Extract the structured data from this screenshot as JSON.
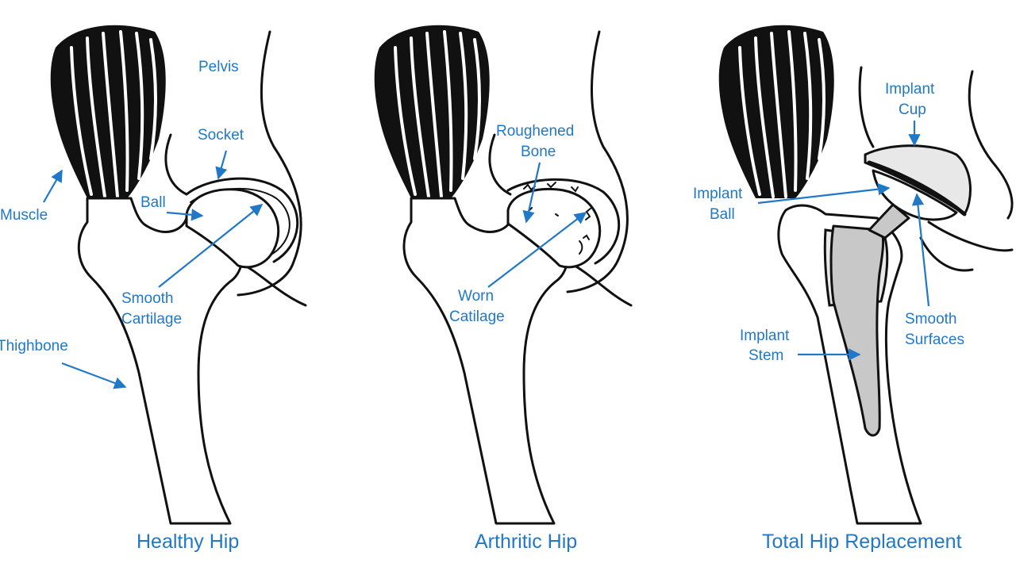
{
  "panels": {
    "healthy": {
      "caption": "Healthy Hip",
      "labels": {
        "pelvis": "Pelvis",
        "socket": "Socket",
        "ball": "Ball",
        "muscle": "Muscle",
        "smooth_cartilage_1": "Smooth",
        "smooth_cartilage_2": "Cartilage",
        "thighbone": "Thighbone"
      }
    },
    "arthritic": {
      "caption": "Arthritic Hip",
      "labels": {
        "roughened_bone_1": "Roughened",
        "roughened_bone_2": "Bone",
        "worn_catilage_1": "Worn",
        "worn_catilage_2": "Catilage"
      }
    },
    "replacement": {
      "caption": "Total Hip Replacement",
      "labels": {
        "implant_cup_1": "Implant",
        "implant_cup_2": "Cup",
        "implant_ball_1": "Implant",
        "implant_ball_2": "Ball",
        "smooth_surfaces_1": "Smooth",
        "smooth_surfaces_2": "Surfaces",
        "implant_stem_1": "Implant",
        "implant_stem_2": "Stem"
      }
    }
  },
  "colors": {
    "label_blue": "#1f78c8",
    "line_black": "#111111",
    "implant_grey": "#c8c8c8"
  }
}
